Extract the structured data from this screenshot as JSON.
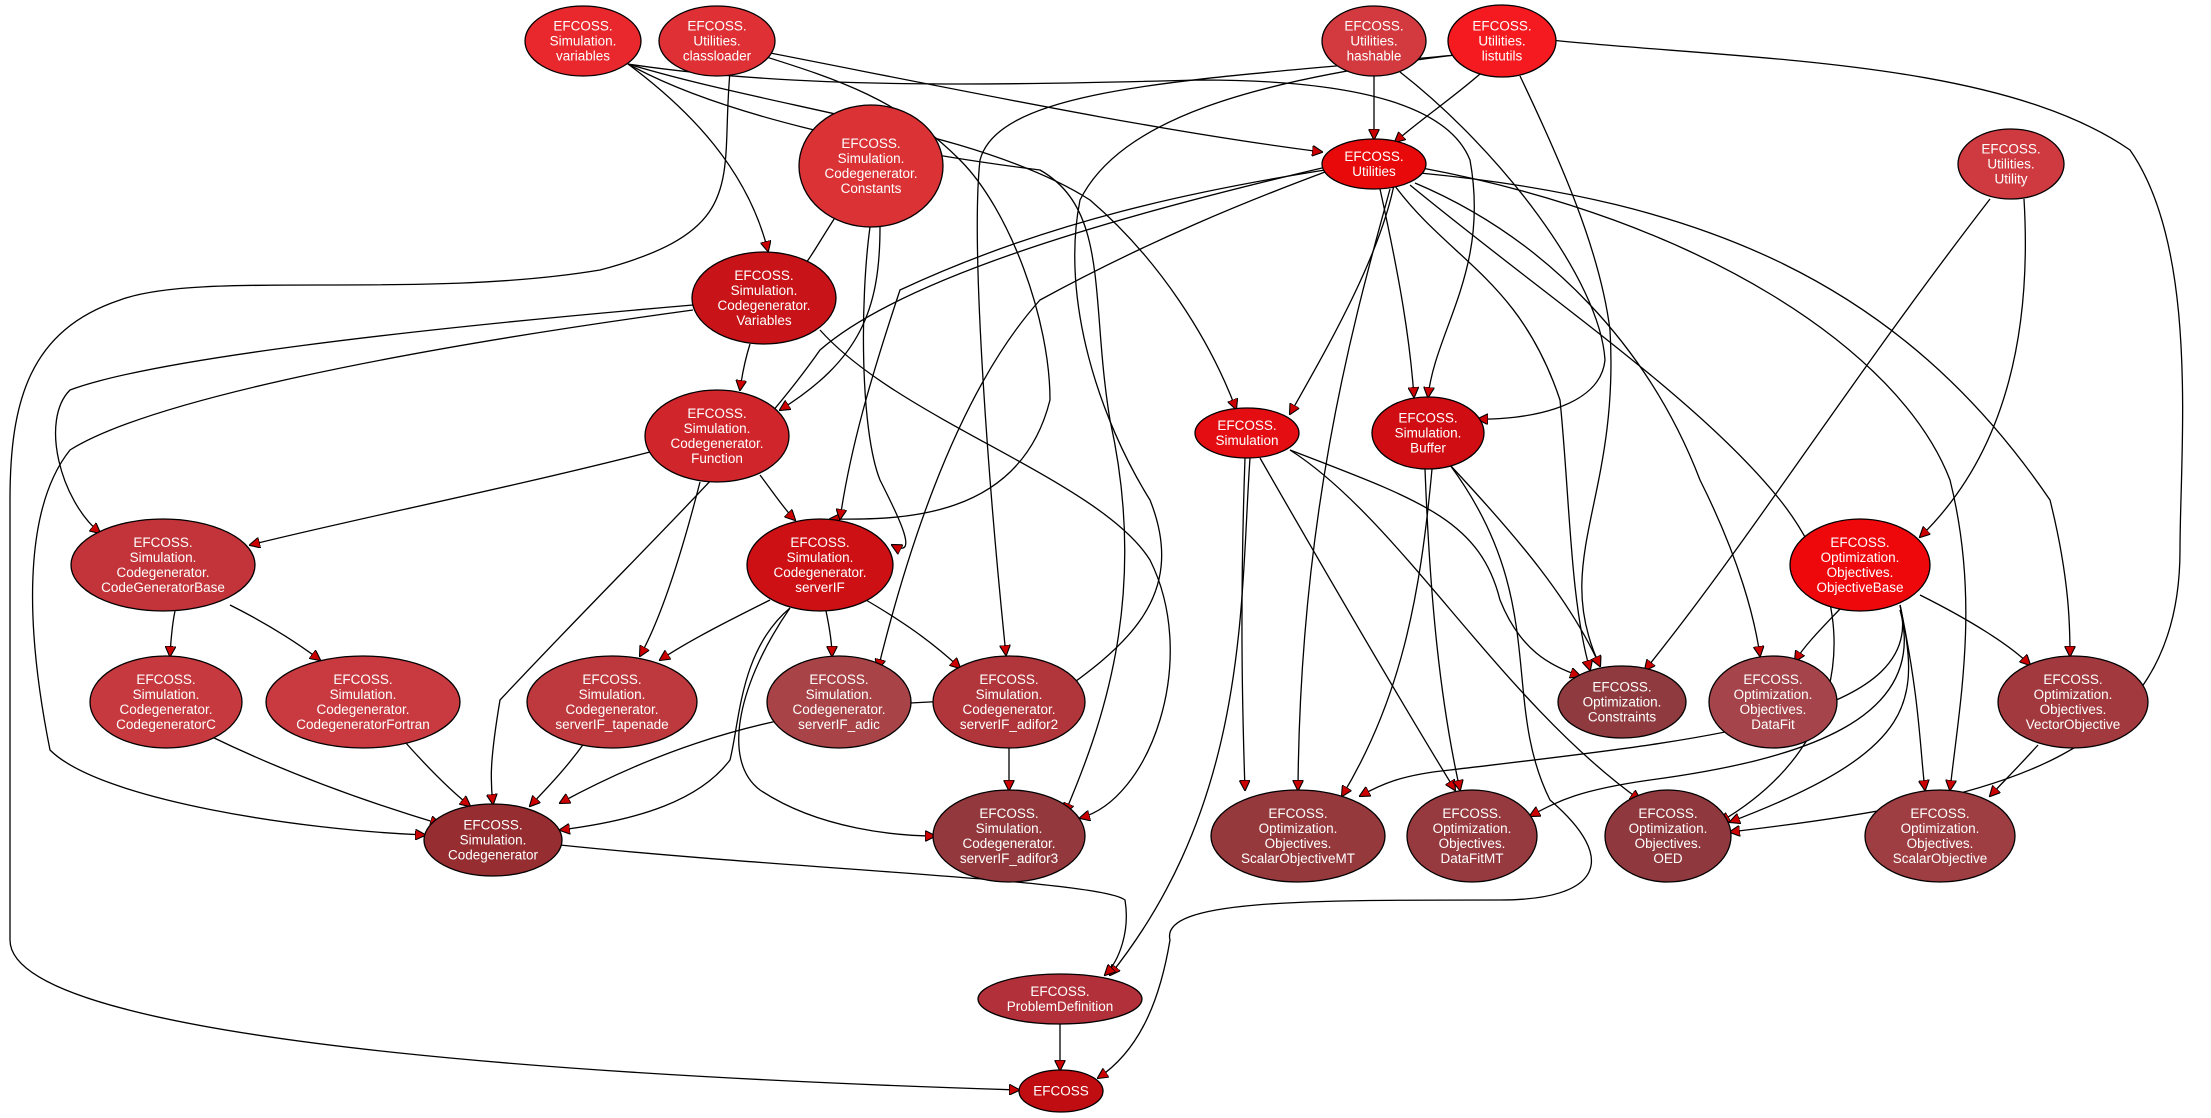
{
  "arrow_color": "#000000",
  "text_color": "#ffffff",
  "nodes": [
    {
      "id": "sim_variables",
      "lines": [
        "EFCOSS.",
        "Simulation.",
        "variables"
      ],
      "color": "#e8282c"
    },
    {
      "id": "util_classloader",
      "lines": [
        "EFCOSS.",
        "Utilities.",
        "classloader"
      ],
      "color": "#de3035"
    },
    {
      "id": "util_hashable",
      "lines": [
        "EFCOSS.",
        "Utilities.",
        "hashable"
      ],
      "color": "#d23a3f"
    },
    {
      "id": "util_listutils",
      "lines": [
        "EFCOSS.",
        "Utilities.",
        "listutils"
      ],
      "color": "#f51a1f"
    },
    {
      "id": "cg_constants",
      "lines": [
        "EFCOSS.",
        "Simulation.",
        "Codegenerator.",
        "Constants"
      ],
      "color": "#db3236"
    },
    {
      "id": "utilities",
      "lines": [
        "EFCOSS.",
        "Utilities"
      ],
      "color": "#e80a0a"
    },
    {
      "id": "util_utility",
      "lines": [
        "EFCOSS.",
        "Utilities.",
        "Utility"
      ],
      "color": "#ce3a40"
    },
    {
      "id": "cg_variables",
      "lines": [
        "EFCOSS.",
        "Simulation.",
        "Codegenerator.",
        "Variables"
      ],
      "color": "#c81418"
    },
    {
      "id": "cg_function",
      "lines": [
        "EFCOSS.",
        "Simulation.",
        "Codegenerator.",
        "Function"
      ],
      "color": "#d0262b"
    },
    {
      "id": "simulation",
      "lines": [
        "EFCOSS.",
        "Simulation"
      ],
      "color": "#e40d12"
    },
    {
      "id": "sim_buffer",
      "lines": [
        "EFCOSS.",
        "Simulation.",
        "Buffer"
      ],
      "color": "#d00d12"
    },
    {
      "id": "cg_base",
      "lines": [
        "EFCOSS.",
        "Simulation.",
        "Codegenerator.",
        "CodeGeneratorBase"
      ],
      "color": "#c23439"
    },
    {
      "id": "cg_serverif",
      "lines": [
        "EFCOSS.",
        "Simulation.",
        "Codegenerator.",
        "serverIF"
      ],
      "color": "#cc1014"
    },
    {
      "id": "obj_base",
      "lines": [
        "EFCOSS.",
        "Optimization.",
        "Objectives.",
        "ObjectiveBase"
      ],
      "color": "#ee080c"
    },
    {
      "id": "cg_c",
      "lines": [
        "EFCOSS.",
        "Simulation.",
        "Codegenerator.",
        "CodegeneratorC"
      ],
      "color": "#c63a3f"
    },
    {
      "id": "cg_fortran",
      "lines": [
        "EFCOSS.",
        "Simulation.",
        "Codegenerator.",
        "CodegeneratorFortran"
      ],
      "color": "#c83a40"
    },
    {
      "id": "cg_tapenade",
      "lines": [
        "EFCOSS.",
        "Simulation.",
        "Codegenerator.",
        "serverIF_tapenade"
      ],
      "color": "#be393e"
    },
    {
      "id": "cg_adic",
      "lines": [
        "EFCOSS.",
        "Simulation.",
        "Codegenerator.",
        "serverIF_adic"
      ],
      "color": "#a84347"
    },
    {
      "id": "cg_adifor2",
      "lines": [
        "EFCOSS.",
        "Simulation.",
        "Codegenerator.",
        "serverIF_adifor2"
      ],
      "color": "#b0363b"
    },
    {
      "id": "opt_constraints",
      "lines": [
        "EFCOSS.",
        "Optimization.",
        "Constraints"
      ],
      "color": "#8f3a3e"
    },
    {
      "id": "obj_datafit",
      "lines": [
        "EFCOSS.",
        "Optimization.",
        "Objectives.",
        "DataFit"
      ],
      "color": "#a5444a"
    },
    {
      "id": "obj_vector",
      "lines": [
        "EFCOSS.",
        "Optimization.",
        "Objectives.",
        "VectorObjective"
      ],
      "color": "#a2393e"
    },
    {
      "id": "codegenerator",
      "lines": [
        "EFCOSS.",
        "Simulation.",
        "Codegenerator"
      ],
      "color": "#952d31"
    },
    {
      "id": "cg_adifor3",
      "lines": [
        "EFCOSS.",
        "Simulation.",
        "Codegenerator.",
        "serverIF_adifor3"
      ],
      "color": "#93393d"
    },
    {
      "id": "obj_scalarmt",
      "lines": [
        "EFCOSS.",
        "Optimization.",
        "Objectives.",
        "ScalarObjectiveMT"
      ],
      "color": "#95393d"
    },
    {
      "id": "obj_datafitmt",
      "lines": [
        "EFCOSS.",
        "Optimization.",
        "Objectives.",
        "DataFitMT"
      ],
      "color": "#963a3f"
    },
    {
      "id": "obj_oed",
      "lines": [
        "EFCOSS.",
        "Optimization.",
        "Objectives.",
        "OED"
      ],
      "color": "#8f383d"
    },
    {
      "id": "obj_scalar",
      "lines": [
        "EFCOSS.",
        "Optimization.",
        "Objectives.",
        "ScalarObjective"
      ],
      "color": "#9e3e42"
    },
    {
      "id": "problemdef",
      "lines": [
        "EFCOSS.",
        "ProblemDefinition"
      ],
      "color": "#b2303a"
    },
    {
      "id": "efcoss",
      "lines": [
        "EFCOSS"
      ],
      "color": "#c00d12"
    }
  ]
}
